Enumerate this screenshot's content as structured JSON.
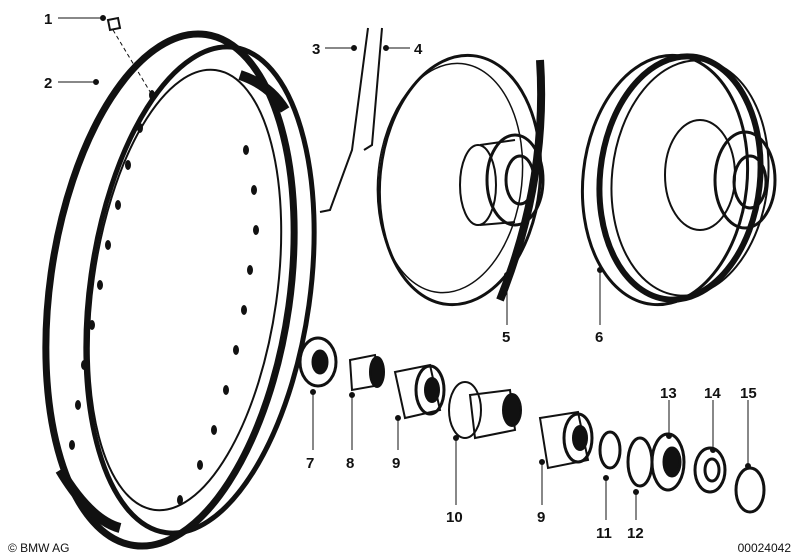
{
  "callouts": {
    "c1": "1",
    "c2": "2",
    "c3": "3",
    "c4": "4",
    "c5": "5",
    "c6": "6",
    "c7": "7",
    "c8": "8",
    "c9a": "9",
    "c9b": "9",
    "c10": "10",
    "c11": "11",
    "c12": "12",
    "c13": "13",
    "c14": "14",
    "c15": "15"
  },
  "footer": {
    "copyright": "© BMW AG",
    "image_id": "00024042"
  }
}
